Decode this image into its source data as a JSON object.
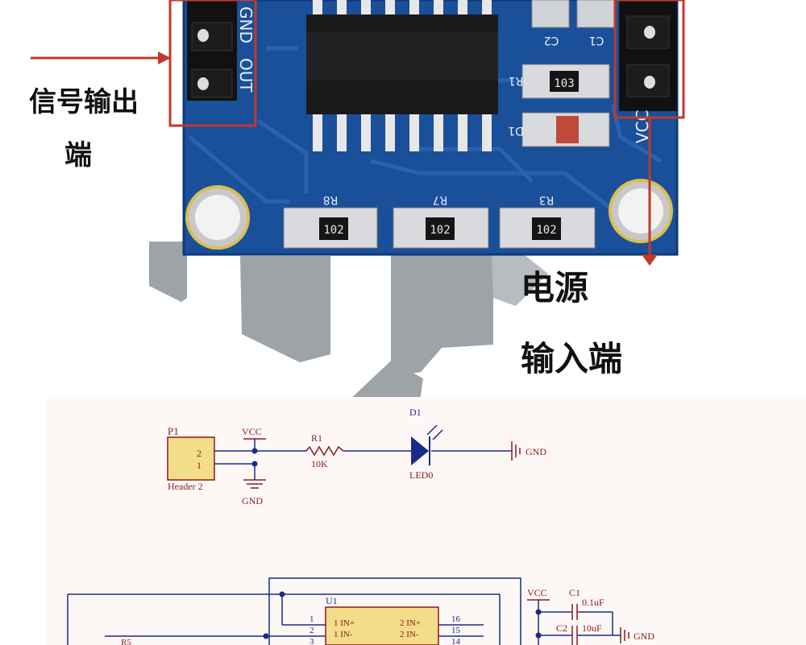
{
  "photo": {
    "header_left": {
      "silk_gnd": "GND",
      "silk_out": "OUT"
    },
    "header_right": {
      "silk_vcc": "VCC"
    },
    "caps": [
      "C2",
      "C1"
    ],
    "resistors_top": [
      {
        "ref": "R1",
        "code": "103"
      }
    ],
    "led_ref": "D1",
    "resistors_bottom": [
      {
        "ref": "R8",
        "code": "102"
      },
      {
        "ref": "R7",
        "code": "102"
      },
      {
        "ref": "R3",
        "code": "102"
      }
    ]
  },
  "callouts": {
    "signal_out": {
      "line1": "信号输出",
      "line2": "端"
    },
    "power_in": {
      "line1": "电源",
      "line2": "输入端"
    }
  },
  "schematic1": {
    "connector_ref": "P1",
    "connector_pins": [
      "2",
      "1"
    ],
    "connector_name": "Header 2",
    "vcc": "VCC",
    "gnd_left": "GND",
    "resistor_ref": "R1",
    "resistor_value": "10K",
    "led_ref": "D1",
    "led_value": "LED0",
    "gnd_right": "GND"
  },
  "schematic2": {
    "ic_ref": "U1",
    "pins_left": [
      {
        "num": "1",
        "name": "1 IN+"
      },
      {
        "num": "2",
        "name": "1 IN-"
      },
      {
        "num": "3",
        "name": ""
      }
    ],
    "pins_right": [
      {
        "num": "16",
        "name": "2 IN+"
      },
      {
        "num": "15",
        "name": "2 IN-"
      },
      {
        "num": "14",
        "name": ""
      }
    ],
    "vcc": "VCC",
    "c1_ref": "C1",
    "c1_value": "0.1uF",
    "c2_ref": "C2",
    "c2_value": "10uF",
    "gnd": "GND",
    "r5_ref": "R5"
  }
}
